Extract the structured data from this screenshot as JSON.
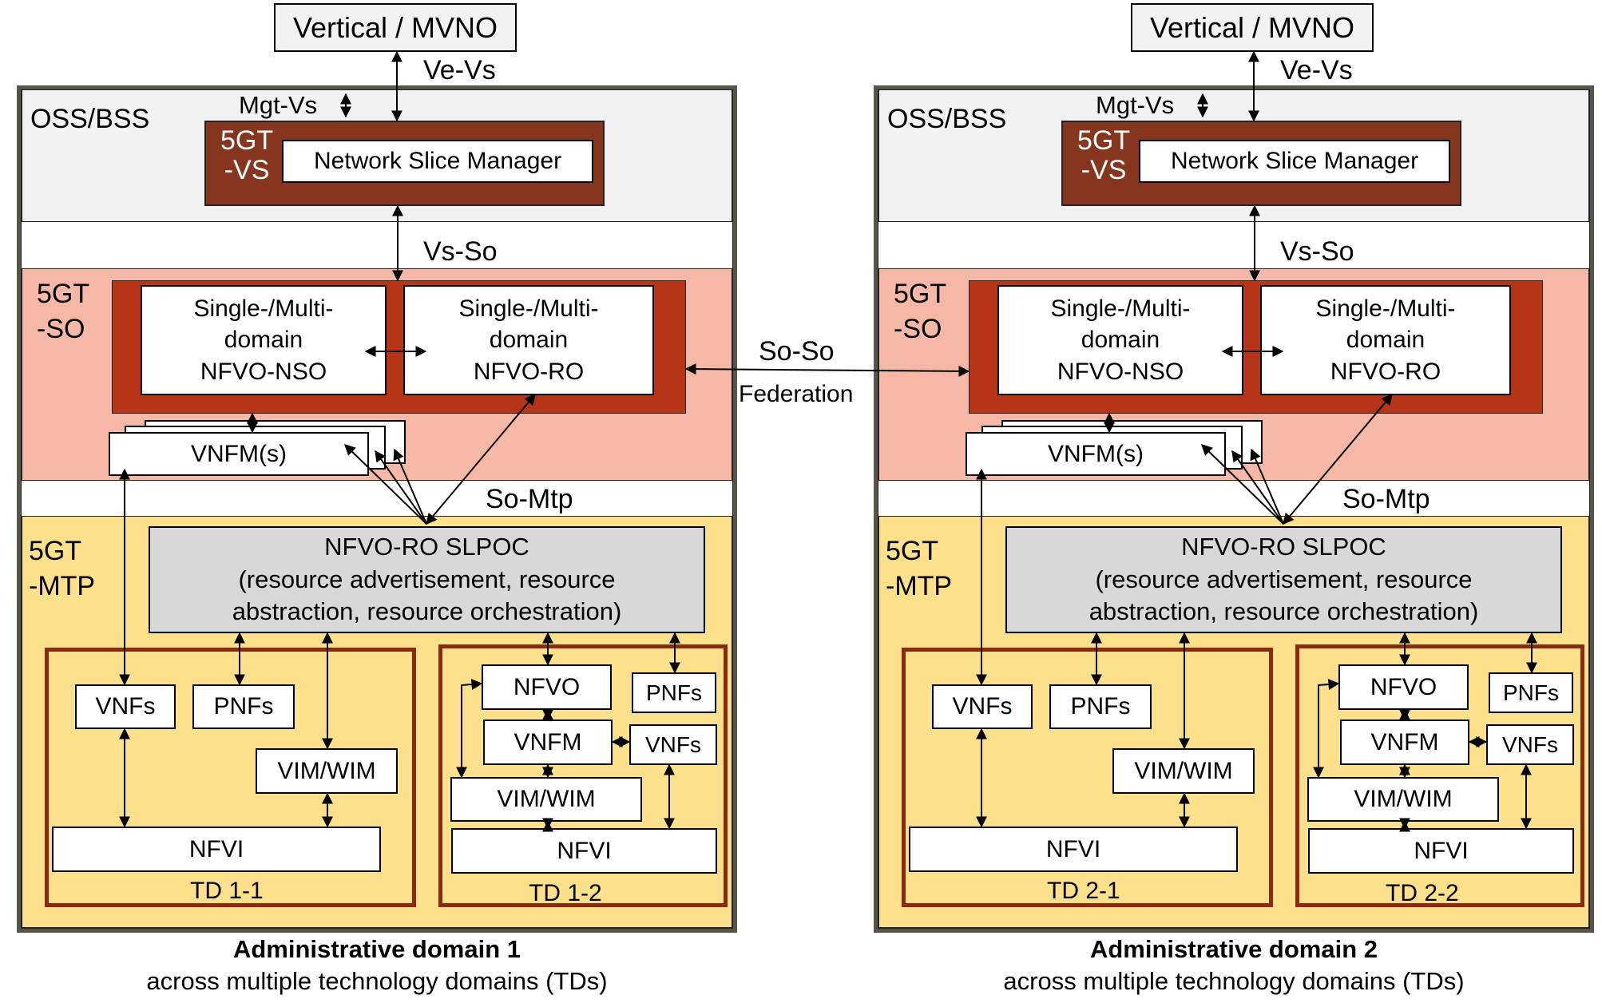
{
  "domains": [
    {
      "vertical_label": "Vertical / MVNO",
      "ve_vs_label": "Ve-Vs",
      "mgt_vs_label": "Mgt-Vs",
      "oss_bss_label": "OSS/BSS",
      "vs_label_line1": "5GT",
      "vs_label_line2": "-VS",
      "network_slice_manager": "Network Slice Manager",
      "vs_so_label": "Vs-So",
      "so_label_line1": "5GT",
      "so_label_line2": "-SO",
      "nso": {
        "line1": "Single-/Multi-",
        "line2": "domain",
        "line3": "NFVO-NSO"
      },
      "ro": {
        "line1": "Single-/Multi-",
        "line2": "domain",
        "line3": "NFVO-RO"
      },
      "vnfms_label": "VNFM(s)",
      "so_mtp_label": "So-Mtp",
      "mtp_label_line1": "5GT",
      "mtp_label_line2": "-MTP",
      "slpoc": {
        "line1": "NFVO-RO SLPOC",
        "line2": "(resource advertisement, resource",
        "line3": "abstraction, resource orchestration)"
      },
      "td_a": {
        "name": "TD 1-1",
        "vnfs": "VNFs",
        "pnfs": "PNFs",
        "vim": "VIM/WIM",
        "nfvi": "NFVI"
      },
      "td_b": {
        "name": "TD 1-2",
        "nfvo": "NFVO",
        "pnfs": "PNFs",
        "vnfm": "VNFM",
        "vnfs": "VNFs",
        "vim": "VIM/WIM",
        "nfvi": "NFVI"
      },
      "caption_title": "Administrative domain 1",
      "caption_subtitle": "across multiple technology domains (TDs)"
    },
    {
      "vertical_label": "Vertical / MVNO",
      "ve_vs_label": "Ve-Vs",
      "mgt_vs_label": "Mgt-Vs",
      "oss_bss_label": "OSS/BSS",
      "vs_label_line1": "5GT",
      "vs_label_line2": "-VS",
      "network_slice_manager": "Network Slice Manager",
      "vs_so_label": "Vs-So",
      "so_label_line1": "5GT",
      "so_label_line2": "-SO",
      "nso": {
        "line1": "Single-/Multi-",
        "line2": "domain",
        "line3": "NFVO-NSO"
      },
      "ro": {
        "line1": "Single-/Multi-",
        "line2": "domain",
        "line3": "NFVO-RO"
      },
      "vnfms_label": "VNFM(s)",
      "so_mtp_label": "So-Mtp",
      "mtp_label_line1": "5GT",
      "mtp_label_line2": "-MTP",
      "slpoc": {
        "line1": "NFVO-RO SLPOC",
        "line2": "(resource advertisement, resource",
        "line3": "abstraction, resource orchestration)"
      },
      "td_a": {
        "name": "TD 2-1",
        "vnfs": "VNFs",
        "pnfs": "PNFs",
        "vim": "VIM/WIM",
        "nfvi": "NFVI"
      },
      "td_b": {
        "name": "TD 2-2",
        "nfvo": "NFVO",
        "pnfs": "PNFs",
        "vnfm": "VNFM",
        "vnfs": "VNFs",
        "vim": "VIM/WIM",
        "nfvi": "NFVI"
      },
      "caption_title": "Administrative domain 2",
      "caption_subtitle": "across multiple technology domains (TDs)"
    }
  ],
  "federation": {
    "interface_label": "So-So",
    "sub_label": "Federation"
  },
  "colors": {
    "vs_block": "#86361e",
    "so_block": "#b53516",
    "so_background": "#f5b7a6",
    "mtp_background": "#fde08b",
    "td_border": "#8b2a10",
    "oss_background": "#f2f2f2",
    "slpoc_background": "#d8d8d8",
    "domain_border": "#56554a"
  }
}
